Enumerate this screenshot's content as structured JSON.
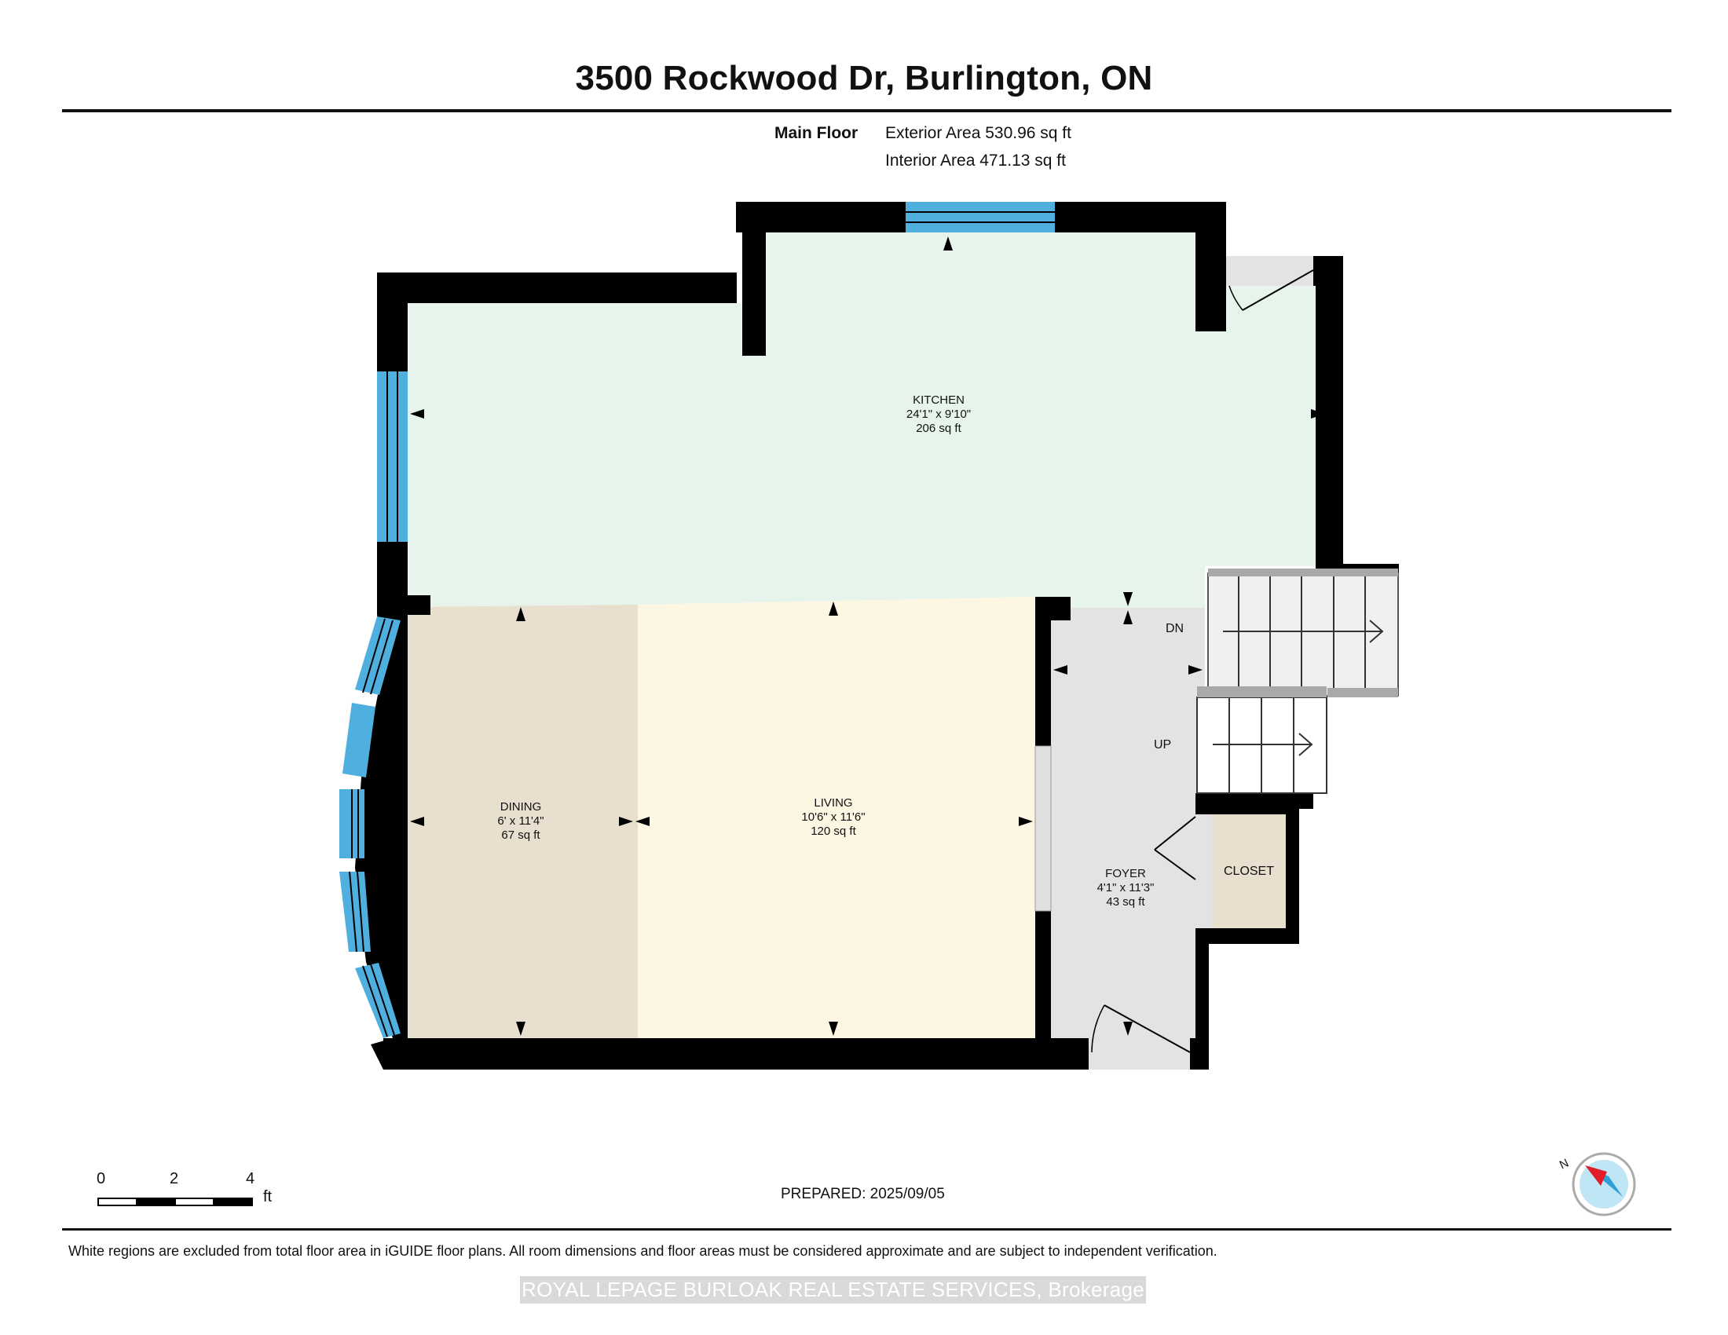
{
  "title": "3500 Rockwood Dr, Burlington, ON",
  "floor": {
    "name": "Main Floor",
    "exterior_area": "Exterior Area 530.96 sq ft",
    "interior_area": "Interior Area 471.13 sq ft"
  },
  "rooms": {
    "kitchen": {
      "name": "KITCHEN",
      "dims": "24'1\" x 9'10\"",
      "area": "206 sq ft"
    },
    "dining": {
      "name": "DINING",
      "dims": "6' x 11'4\"",
      "area": "67 sq ft"
    },
    "living": {
      "name": "LIVING",
      "dims": "10'6\" x 11'6\"",
      "area": "120 sq ft"
    },
    "foyer": {
      "name": "FOYER",
      "dims": "4'1\" x 11'3\"",
      "area": "43 sq ft"
    },
    "closet": {
      "name": "CLOSET"
    }
  },
  "stairs": {
    "down": "DN",
    "up": "UP"
  },
  "scale": {
    "ticks": [
      "0",
      "2",
      "4"
    ],
    "unit": "ft"
  },
  "compass": {
    "label": "N"
  },
  "prepared": "PREPARED: 2025/09/05",
  "disclaimer": "White regions are excluded from total floor area in iGUIDE floor plans. All room dimensions and floor areas must be considered approximate and are subject to independent verification.",
  "brokerage": "ROYAL LEPAGE BURLOAK REAL ESTATE SERVICES, Brokerage",
  "colors": {
    "kitchen": "#e6f4ec",
    "dining": "#e8dfcf",
    "living": "#fcf6e3",
    "foyer": "#e3e3e3",
    "closet": "#e8dfcf",
    "wall": "#000000",
    "window": "#4fb0e0"
  }
}
